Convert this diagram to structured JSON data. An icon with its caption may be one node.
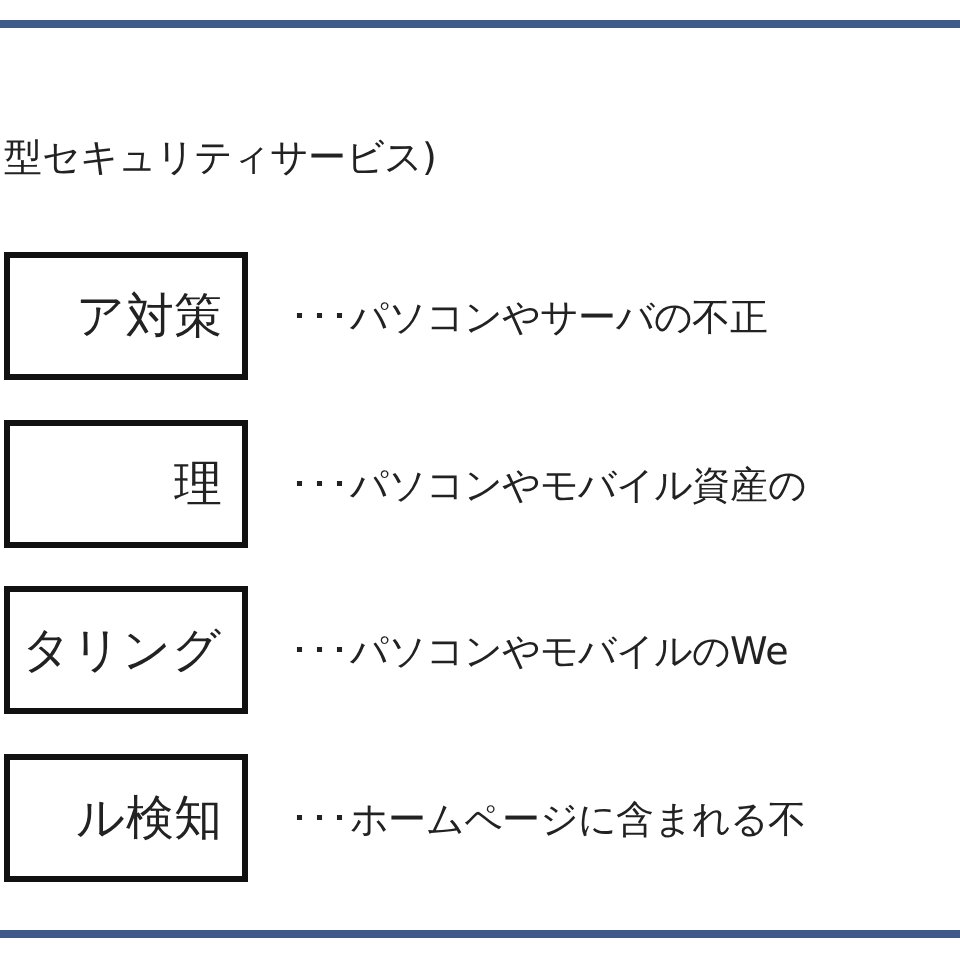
{
  "diagram": {
    "title": "型セキュリティサービス)",
    "nodes": [
      {
        "text": [
          "ア対策"
        ],
        "beside": [
          "･･･パソコンやサーバの不正"
        ]
      },
      {
        "text": [
          "理"
        ],
        "beside": [
          "･･･パソコンやモバイル資産の"
        ]
      },
      {
        "text": [
          "タリング"
        ],
        "beside": [
          "･･･パソコンやモバイルのWe"
        ]
      },
      {
        "text": [
          "ル検知"
        ],
        "beside": [
          "･･･ホームページに含まれる不"
        ]
      }
    ]
  }
}
